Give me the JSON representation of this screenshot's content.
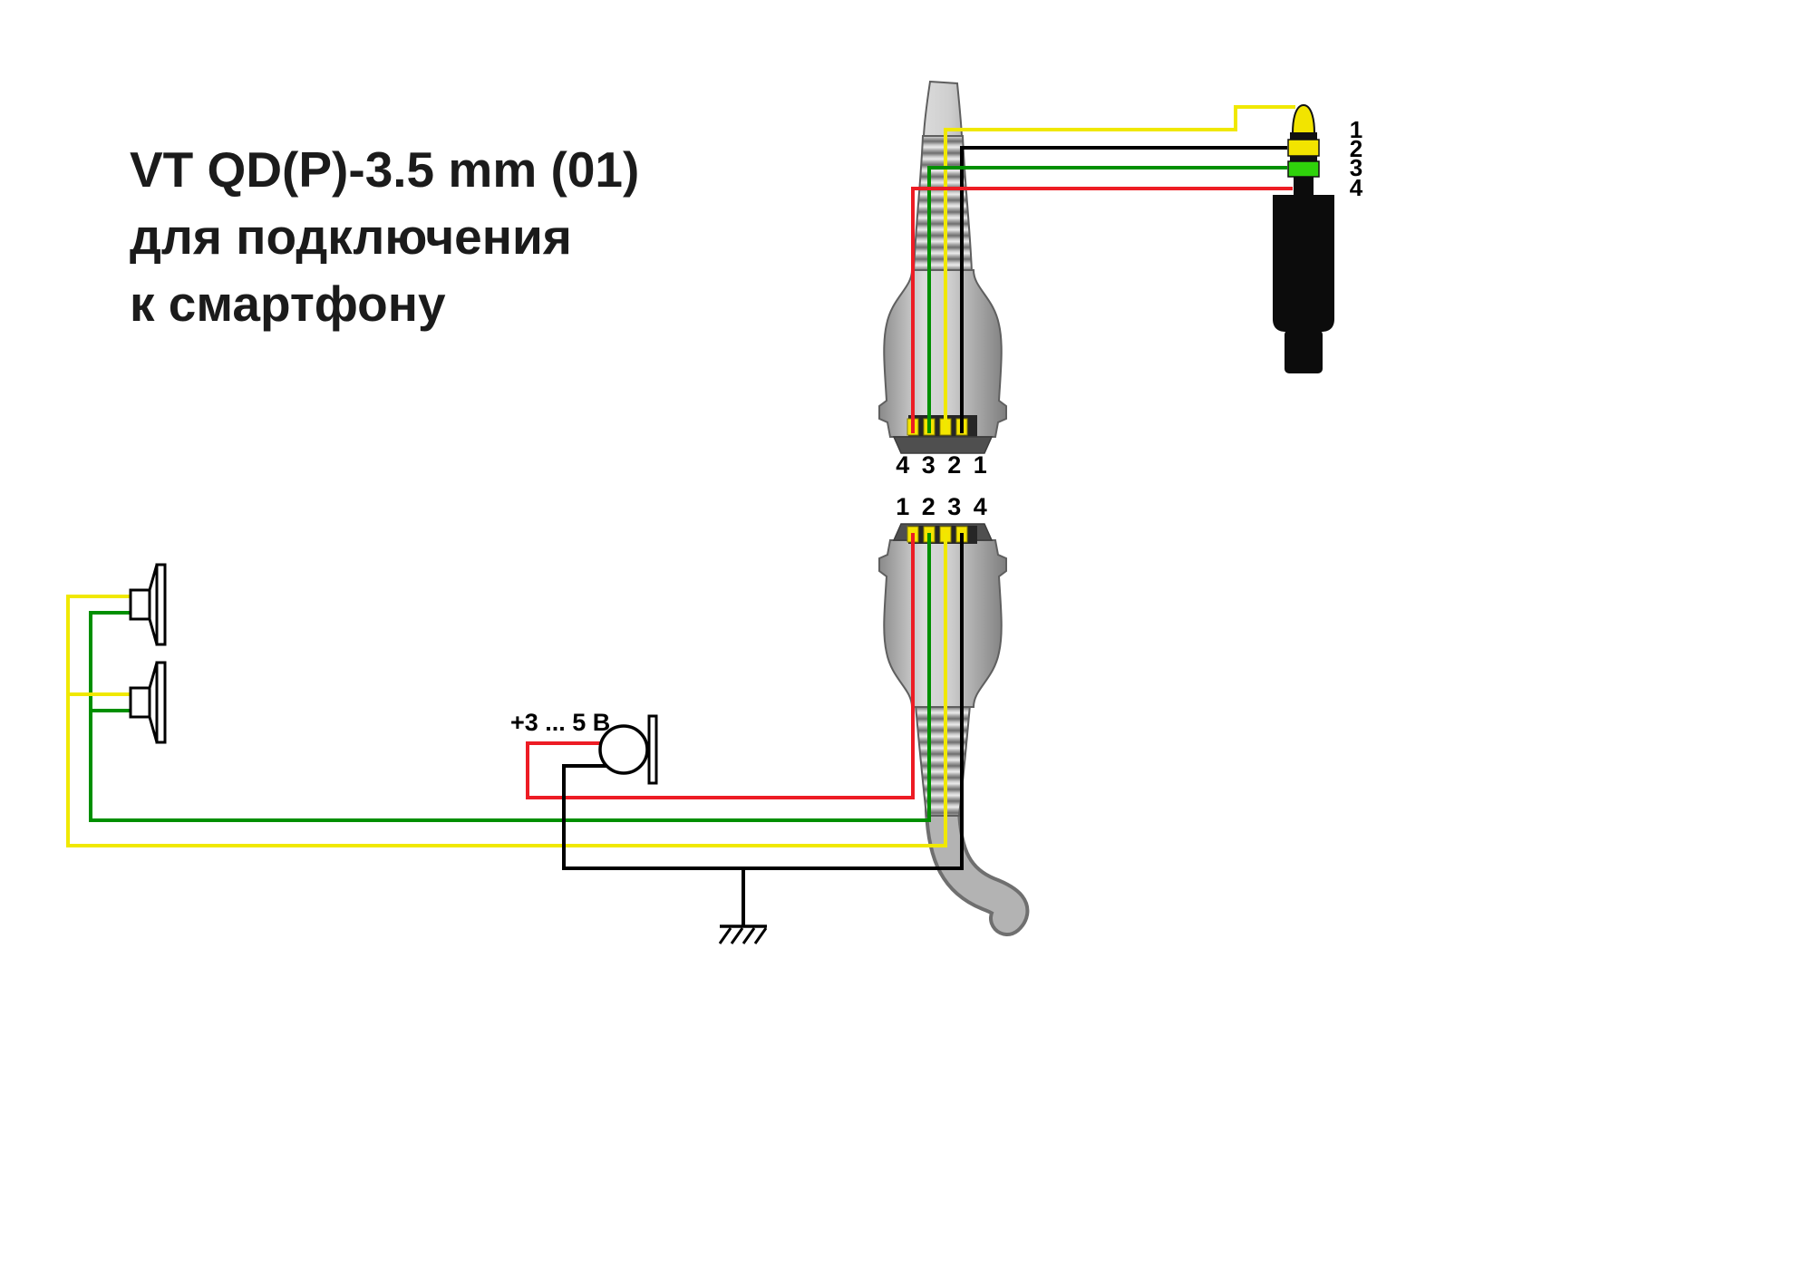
{
  "title": {
    "lines": [
      "VT QD(P)-3.5 mm (01)",
      "для подключения",
      "к смартфону"
    ]
  },
  "connectors": {
    "top_qd": {
      "pin_labels": "4 3 2 1"
    },
    "bottom_qd": {
      "pin_labels": "1 2 3 4"
    }
  },
  "plug": {
    "pin_labels": [
      "1",
      "2",
      "3",
      "4"
    ]
  },
  "microphone": {
    "supply_label": "+3 ... 5 В"
  },
  "wiring": {
    "yellow_wire_to_plug_pin": "1",
    "black_wire_to_plug_pin": "2",
    "green_wire_to_plug_pin": "3",
    "red_wire_to_plug_pin": "4"
  },
  "colors": {
    "wire_yellow": "#f0e800",
    "wire_green": "#008f00",
    "wire_red": "#ed1c24",
    "wire_black": "#000000",
    "plug_tip": "#f2e400",
    "plug_band_yellow": "#f2e400",
    "plug_band_green": "#2fd20b",
    "contact_yellow": "#f5e400",
    "title_text": "#1b1b1b"
  }
}
